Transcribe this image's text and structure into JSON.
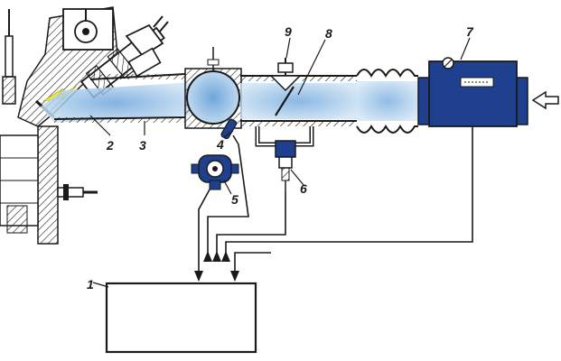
{
  "labels": {
    "l1": "1",
    "l2": "2",
    "l3": "3",
    "l4": "4",
    "l5": "5",
    "l6": "6",
    "l7": "7",
    "l8": "8",
    "l9": "9"
  },
  "colors": {
    "ink": "#1a1a1a",
    "blue": "#1f3f8f",
    "air": "#9fc8ea",
    "spark": "#f3ea3c"
  },
  "icons": {
    "arrow_in": "arrow-left-icon"
  }
}
